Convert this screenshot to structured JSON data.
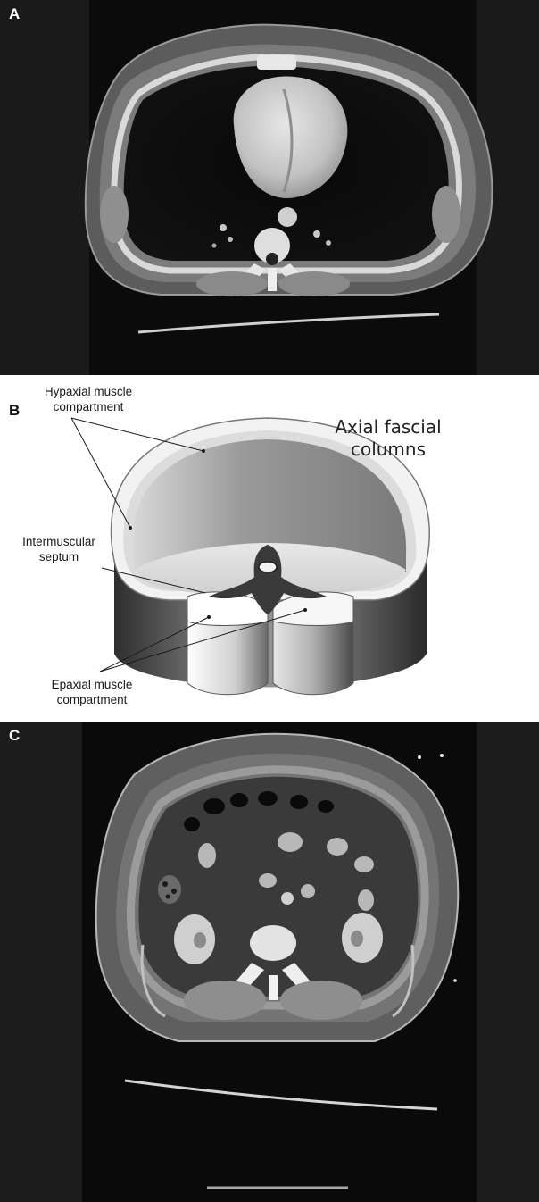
{
  "figure": {
    "panel_a": {
      "letter": "A"
    },
    "panel_b": {
      "letter": "B",
      "title_line1": "Axial fascial",
      "title_line2": "columns",
      "hypaxial_line1": "Hypaxial muscle",
      "hypaxial_line2": "compartment",
      "septum_line1": "Intermuscular",
      "septum_line2": "septum",
      "epaxial_line1": "Epaxial muscle",
      "epaxial_line2": "compartment"
    },
    "panel_c": {
      "letter": "C"
    }
  }
}
